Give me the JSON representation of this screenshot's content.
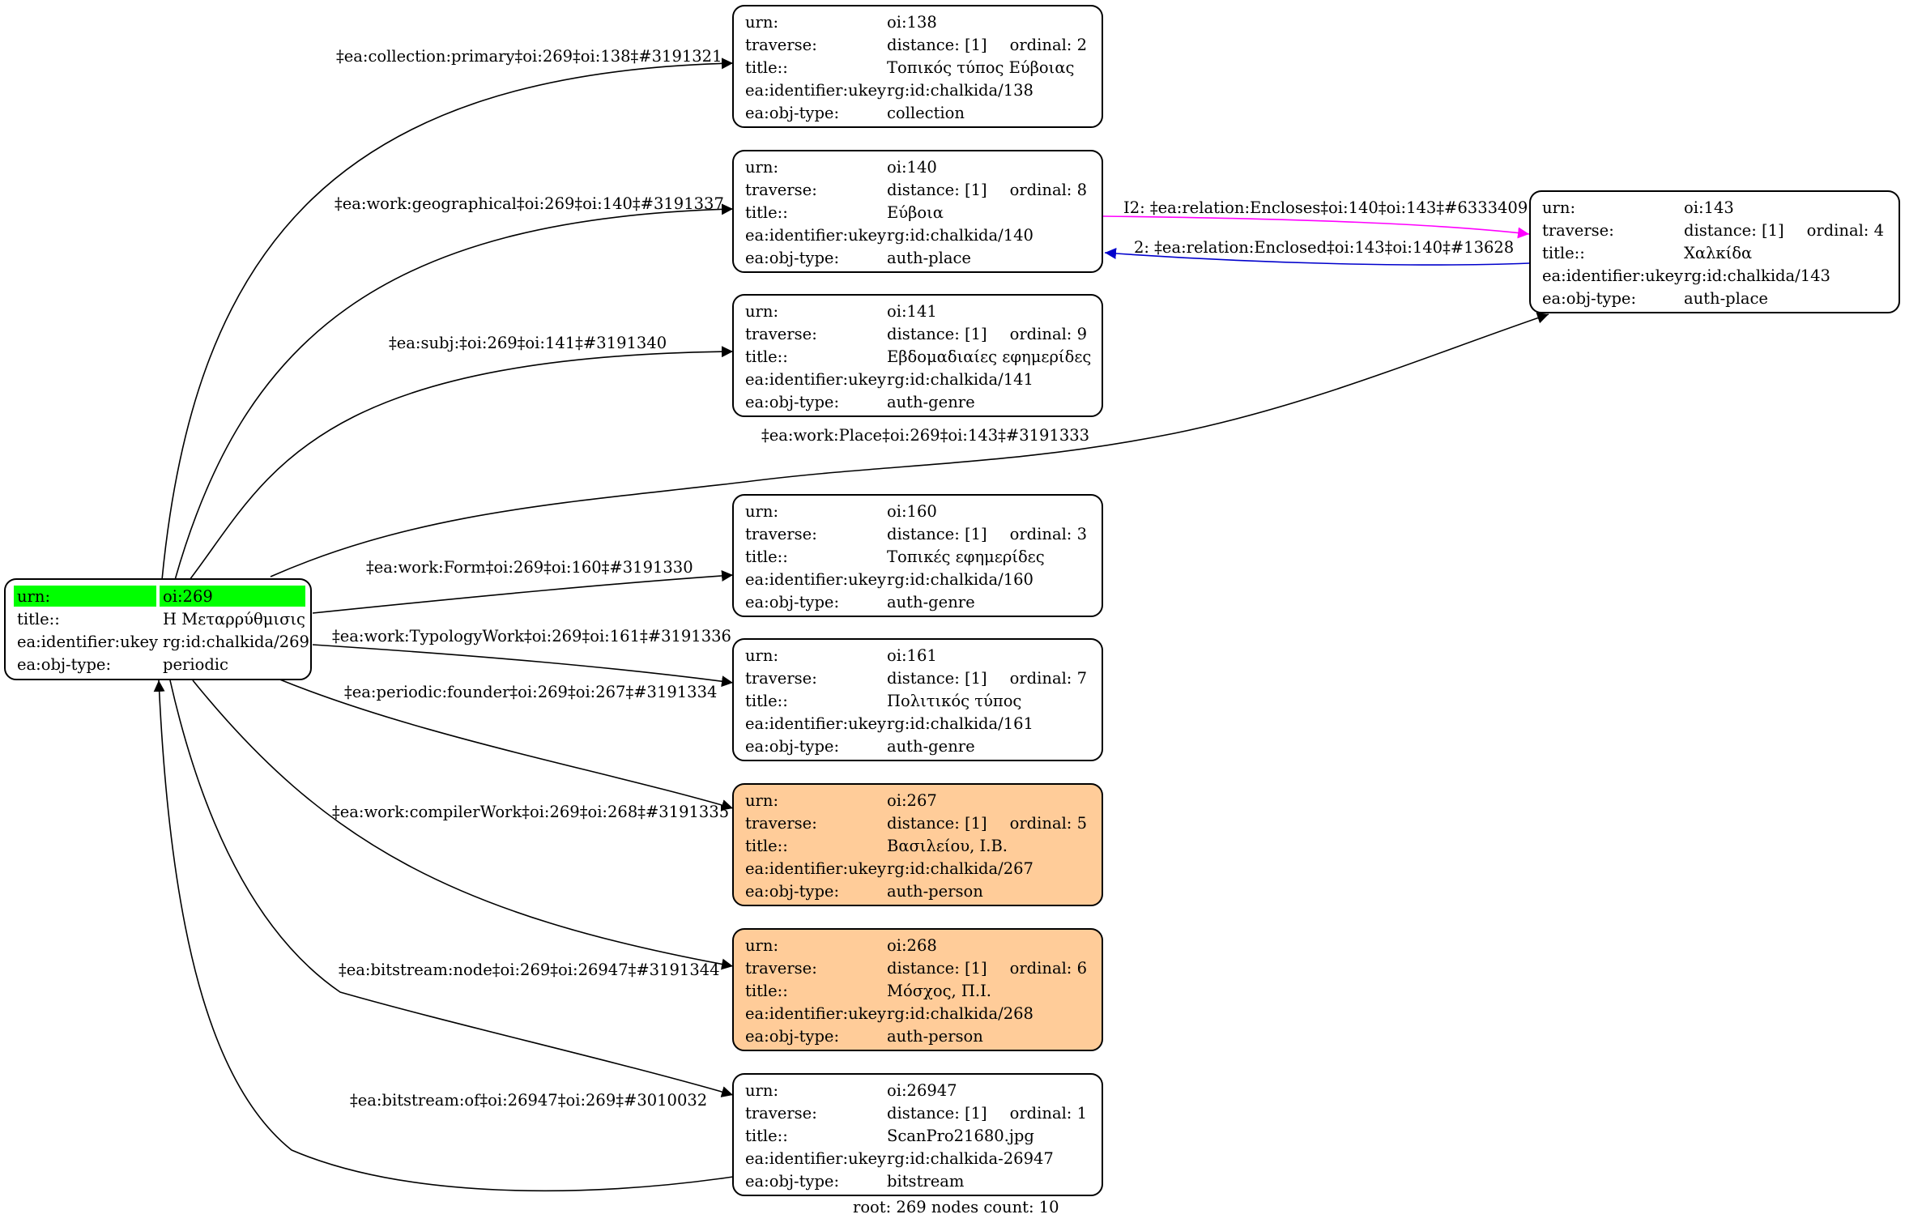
{
  "graph": {
    "root_node": {
      "urn_label": "urn:",
      "urn": "oi:269",
      "title_label": "title::",
      "title": "Η Μεταρρύθμισις",
      "ukey_label": "ea:identifier:ukey",
      "ukey": "rg:id:chalkida/269",
      "type_label": "ea:obj-type:",
      "type": "periodic"
    },
    "labels": {
      "urn": "urn:",
      "traverse": "traverse:",
      "title": "title::",
      "ukey": "ea:identifier:ukey",
      "type": "ea:obj-type:"
    },
    "nodes": [
      {
        "urn": "oi:138",
        "distance": "distance: [1]",
        "ordinal": "ordinal: 2",
        "title": "Τοπικός τύπος Εύβοιας",
        "ukey": "rg:id:chalkida/138",
        "type": "collection"
      },
      {
        "urn": "oi:140",
        "distance": "distance: [1]",
        "ordinal": "ordinal: 8",
        "title": "Εύβοια",
        "ukey": "rg:id:chalkida/140",
        "type": "auth-place"
      },
      {
        "urn": "oi:141",
        "distance": "distance: [1]",
        "ordinal": "ordinal: 9",
        "title": "Εβδομαδιαίες εφημερίδες",
        "ukey": "rg:id:chalkida/141",
        "type": "auth-genre"
      },
      {
        "urn": "oi:143",
        "distance": "distance: [1]",
        "ordinal": "ordinal: 4",
        "title": "Χαλκίδα",
        "ukey": "rg:id:chalkida/143",
        "type": "auth-place"
      },
      {
        "urn": "oi:160",
        "distance": "distance: [1]",
        "ordinal": "ordinal: 3",
        "title": "Τοπικές εφημερίδες",
        "ukey": "rg:id:chalkida/160",
        "type": "auth-genre"
      },
      {
        "urn": "oi:161",
        "distance": "distance: [1]",
        "ordinal": "ordinal: 7",
        "title": "Πολιτικός τύπος",
        "ukey": "rg:id:chalkida/161",
        "type": "auth-genre"
      },
      {
        "urn": "oi:267",
        "distance": "distance: [1]",
        "ordinal": "ordinal: 5",
        "title": "Βασιλείου, Ι.Β.",
        "ukey": "rg:id:chalkida/267",
        "type": "auth-person"
      },
      {
        "urn": "oi:268",
        "distance": "distance: [1]",
        "ordinal": "ordinal: 6",
        "title": "Μόσχος, Π.Ι.",
        "ukey": "rg:id:chalkida/268",
        "type": "auth-person"
      },
      {
        "urn": "oi:26947",
        "distance": "distance: [1]",
        "ordinal": "ordinal: 1",
        "title": "ScanPro21680.jpg",
        "ukey": "rg:id:chalkida-26947",
        "type": "bitstream"
      }
    ],
    "edges": [
      {
        "label": "‡ea:collection:primary‡oi:269‡oi:138‡#3191321"
      },
      {
        "label": "‡ea:work:geographical‡oi:269‡oi:140‡#3191337"
      },
      {
        "label": "‡ea:subj:‡oi:269‡oi:141‡#3191340"
      },
      {
        "label": "‡ea:work:Place‡oi:269‡oi:143‡#3191333"
      },
      {
        "label": "‡ea:work:Form‡oi:269‡oi:160‡#3191330"
      },
      {
        "label": "‡ea:work:TypologyWork‡oi:269‡oi:161‡#3191336"
      },
      {
        "label": "‡ea:periodic:founder‡oi:269‡oi:267‡#3191334"
      },
      {
        "label": "‡ea:work:compilerWork‡oi:269‡oi:268‡#3191335"
      },
      {
        "label": "‡ea:bitstream:node‡oi:269‡oi:26947‡#3191344"
      },
      {
        "label": "‡ea:bitstream:of‡oi:26947‡oi:269‡#3010032"
      },
      {
        "label": "I2: ‡ea:relation:Encloses‡oi:140‡oi:143‡#6333409",
        "color": "#ff00ff"
      },
      {
        "label": "2: ‡ea:relation:Enclosed‡oi:143‡oi:140‡#13628",
        "color": "#0000cc"
      }
    ],
    "footer": "root: 269 nodes count: 10",
    "colors": {
      "root_highlight": "#00ff00",
      "person_fill": "#ffcc99",
      "encloses_edge": "#ff00ff",
      "enclosed_edge": "#0000cc"
    }
  }
}
